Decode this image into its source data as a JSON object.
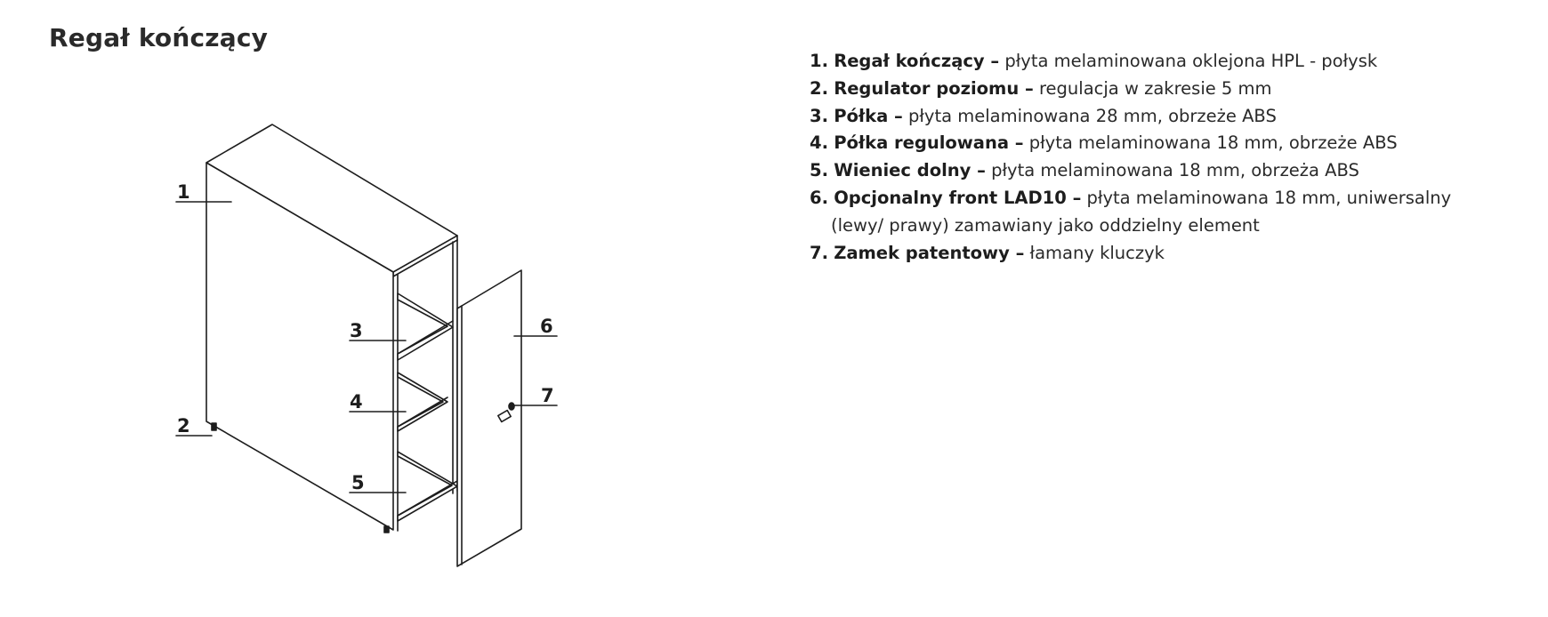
{
  "title": "Regał kończący",
  "callouts": [
    "1",
    "2",
    "3",
    "4",
    "5",
    "6",
    "7"
  ],
  "parts": [
    {
      "number": "1.",
      "name": "Regał kończący –",
      "description": "płyta melaminowana oklejona HPL - połysk"
    },
    {
      "number": "2.",
      "name": "Regulator poziomu –",
      "description": "regulacja w zakresie 5 mm"
    },
    {
      "number": "3.",
      "name": "Półka –",
      "description": "płyta melaminowana 28 mm, obrzeże ABS"
    },
    {
      "number": "4.",
      "name": "Półka regulowana –",
      "description": "płyta melaminowana 18 mm, obrzeże ABS"
    },
    {
      "number": "5.",
      "name": "Wieniec dolny –",
      "description": "płyta melaminowana 18 mm, obrzeża ABS"
    },
    {
      "number": "6.",
      "name": "Opcjonalny front LAD10 –",
      "description": "płyta melaminowana 18 mm, uniwersalny",
      "continuation": "(lewy/ prawy) zamawiany jako oddzielny element"
    },
    {
      "number": "7.",
      "name": "Zamek patentowy –",
      "description": "łamany kluczyk"
    }
  ]
}
